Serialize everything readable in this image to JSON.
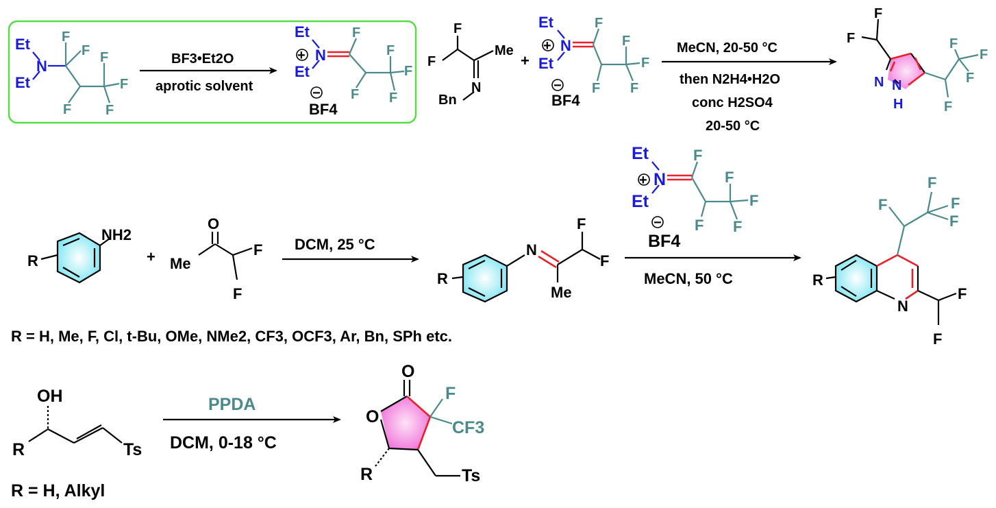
{
  "reaction1": {
    "reagent_top": "BF3•Et2O",
    "reagent_bottom": "aprotic solvent"
  },
  "reaction2": {
    "cond1": "MeCN, 20-50 °C",
    "cond2": "then N2H4•H2O",
    "cond3": "conc H2SO4",
    "cond4": "20-50 °C"
  },
  "reaction3": {
    "cond_top": "DCM, 25 °C",
    "cond_bottom": "MeCN, 50 °C",
    "r_groups": "R = H, Me, F, Cl, t-Bu, OMe, NMe2, CF3, OCF3, Ar, Bn, SPh etc."
  },
  "reaction4": {
    "reagent": "PPDA",
    "cond": "DCM, 0-18 °C",
    "r_groups": "R = H, Alkyl"
  },
  "atoms": {
    "Et": "Et",
    "N": "N",
    "F": "F",
    "Me": "Me",
    "Bn": "Bn",
    "H": "H",
    "R": "R",
    "O": "O",
    "OH": "OH",
    "Ts": "Ts",
    "NH2": "NH2",
    "CF3": "CF3",
    "BF4": "BF4",
    "plus": "+",
    "plus_charge": "+",
    "minus_charge": "−"
  },
  "colors": {
    "hetero": "#1a1adb",
    "fluorine_teal": "#4a8a8a",
    "new_bond_red": "#e8202a",
    "box_green": "#55dd44",
    "ring_cyan": "#7fe6f2",
    "ring_pink": "#f06ad8"
  }
}
